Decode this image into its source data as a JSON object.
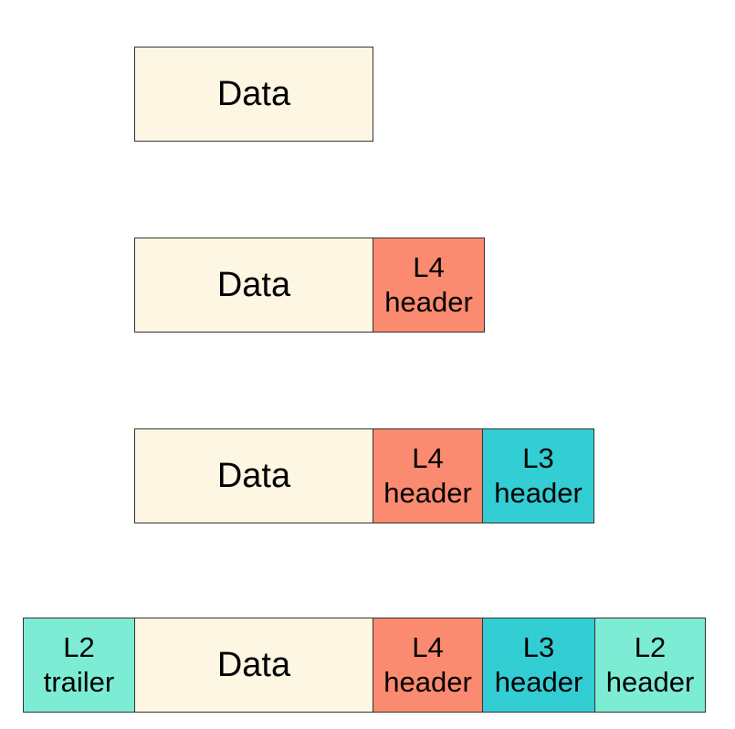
{
  "colors": {
    "data": "#fdf6e2",
    "l4": "#fa8a70",
    "l3": "#33cdd4",
    "l2": "#7decd5",
    "border": "#333333"
  },
  "rows": [
    {
      "data_label": "Data"
    },
    {
      "data_label": "Data",
      "l4_header": [
        "L4",
        "header"
      ]
    },
    {
      "data_label": "Data",
      "l4_header": [
        "L4",
        "header"
      ],
      "l3_header": [
        "L3",
        "header"
      ]
    },
    {
      "l2_trailer": [
        "L2",
        "trailer"
      ],
      "data_label": "Data",
      "l4_header": [
        "L4",
        "header"
      ],
      "l3_header": [
        "L3",
        "header"
      ],
      "l2_header": [
        "L2",
        "header"
      ]
    }
  ]
}
